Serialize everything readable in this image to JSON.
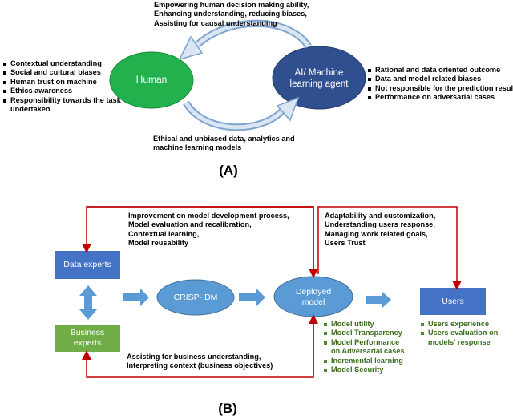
{
  "panel_a": {
    "label": "(A)",
    "human": {
      "label": "Human",
      "color": "#22b14c"
    },
    "agent": {
      "label_line1": "AI/ Machine",
      "label_line2": "learning agent",
      "color": "#2f4f8f"
    },
    "top_text": [
      "Empowering human decision making ability,",
      "Enhancing understanding, reducing biases,",
      "Assisting for causal understanding"
    ],
    "bottom_text": [
      "Ethical and unbiased data, analytics and",
      "machine learning models"
    ],
    "human_traits": [
      "Contextual understanding",
      "Social and cultural biases",
      "Human trust on machine",
      "Ethics awareness",
      "Responsibility towards the task",
      "undertaken"
    ],
    "agent_traits": [
      "Rational  and data oriented outcome",
      "Data and model related biases",
      "Not responsible for the prediction results",
      "Performance on adversarial cases"
    ]
  },
  "panel_b": {
    "label": "(B)",
    "data_experts": "Data experts",
    "business_experts_line1": "Business",
    "business_experts_line2": "experts",
    "crisp": "CRISP- DM",
    "deployed_line1": "Deployed",
    "deployed_line2": "model",
    "users": "Users",
    "top_left_text": [
      "Improvement on model development process,",
      "Model evaluation and recalibration,",
      "Contextual learning,",
      "Model reusability"
    ],
    "top_right_text": [
      "Adaptability and customization,",
      "Understanding users response,",
      "Managing work related goals,",
      "Users Trust"
    ],
    "bottom_text": [
      "Assisting for business understanding,",
      "Interpreting context (business objectives)"
    ],
    "model_props": [
      "Model utility",
      "Model Transparency",
      "Model Performance",
      "on Adversarial cases",
      "Incremental learning",
      "Model Security"
    ],
    "user_props": [
      "Users experience",
      "Users evaluation on",
      "models' response"
    ],
    "colors": {
      "blue_box": "#4472c4",
      "green_box": "#70ad47",
      "ellipse": "#5b9bd5",
      "arrow": "#5b9bd5",
      "red_line": "#c00000"
    }
  }
}
